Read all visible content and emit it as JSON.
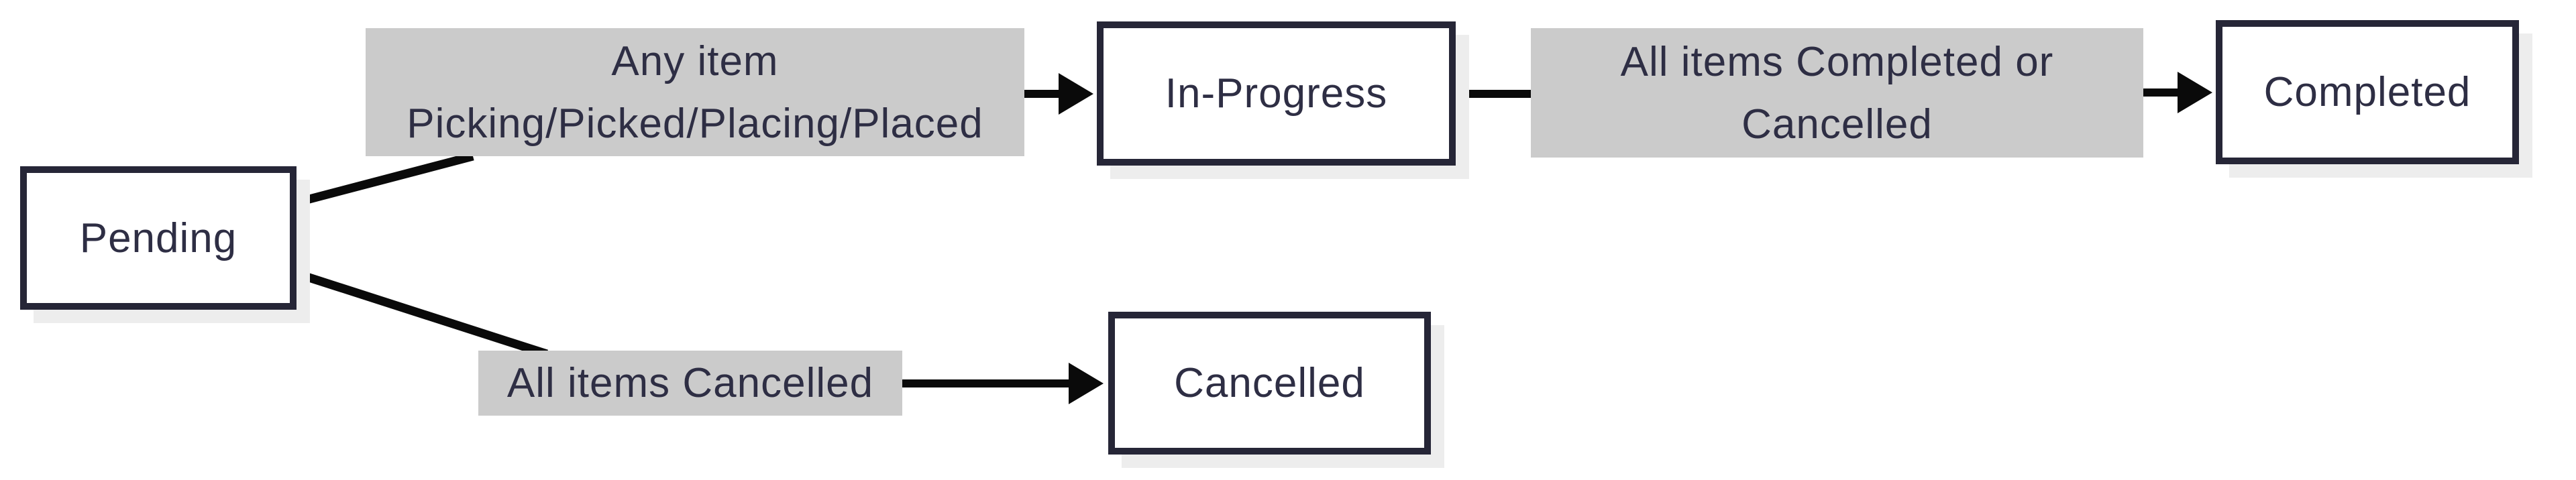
{
  "diagram": {
    "type": "state-flowchart",
    "nodes": [
      {
        "id": "pending",
        "label": "Pending"
      },
      {
        "id": "in-progress",
        "label": "In-Progress"
      },
      {
        "id": "completed",
        "label": "Completed"
      },
      {
        "id": "cancelled",
        "label": "Cancelled"
      }
    ],
    "edges": [
      {
        "from": "pending",
        "to": "in-progress",
        "label_line1": "Any item",
        "label_line2": "Picking/Picked/Placing/Placed"
      },
      {
        "from": "in-progress",
        "to": "completed",
        "label_line1": "All items Completed or",
        "label_line2": "Cancelled"
      },
      {
        "from": "pending",
        "to": "cancelled",
        "label_line1": "All items Cancelled"
      }
    ],
    "colors": {
      "background": "#ffffff",
      "node_fill": "#ffffff",
      "node_border": "#262637",
      "text": "#2e2e44",
      "edge_label_bg": "#cbcbcb",
      "arrow": "#0a0a0a",
      "shadow": "#ededed"
    }
  }
}
